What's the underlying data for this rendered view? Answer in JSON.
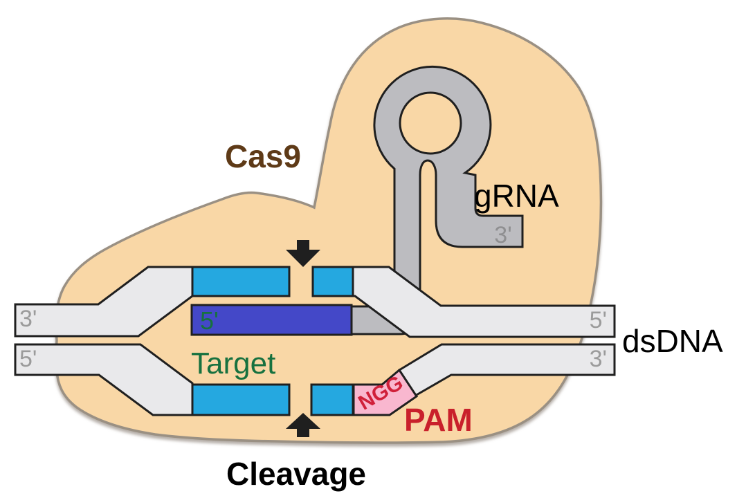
{
  "labels": {
    "cas9": "Cas9",
    "grna": "gRNA",
    "grna_3_end": "3'",
    "spacer_5_end": "5'",
    "dsdna": "dsDNA",
    "target": "Target",
    "pam": "PAM",
    "pam_sequence": "NGG",
    "cleavage": "Cleavage",
    "top_strand_left_end": "3'",
    "bottom_strand_left_end": "5'",
    "top_strand_right_end": "5'",
    "bottom_strand_right_end": "3'"
  },
  "colors": {
    "cas9_body": "#f9d7a6",
    "cas9_outline": "#9a9083",
    "cas9_label": "#5e3a17",
    "grna_strand": "#bcbcc0",
    "dna_strand": "#e9e9eb",
    "target_segment": "#25a8e0",
    "grna_spacer": "#4448c8",
    "pam_segment": "#f9b7cf",
    "pam_label": "#c9202b",
    "ngg_label": "#d0203a",
    "green_label": "#17713f",
    "gray_label": "#9b9b9b",
    "grna_end_label": "#8f8f91",
    "outline": "#1f1f1f",
    "arrow": "#1f1f1f",
    "text_black": "#000000",
    "background": "#ffffff"
  }
}
